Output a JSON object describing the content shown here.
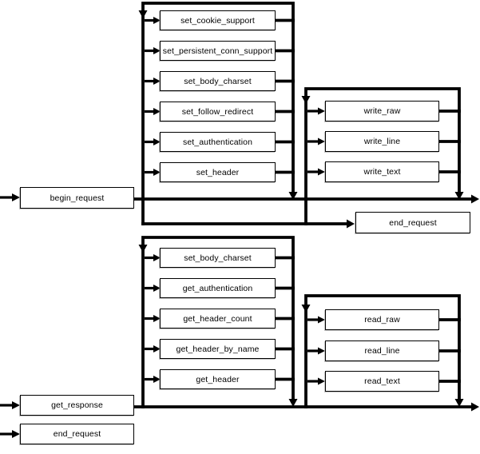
{
  "colors": {
    "background": "#ffffff",
    "line": "#000000",
    "box_fill": "#ffffff",
    "box_border": "#000000",
    "text": "#000000"
  },
  "request_flow": {
    "begin": "begin_request",
    "set_functions": [
      "set_cookie_support",
      "set_persistent_conn_support",
      "set_body_charset",
      "set_follow_redirect",
      "set_authentication",
      "set_header"
    ],
    "write_functions": [
      "write_raw",
      "write_line",
      "write_text"
    ],
    "end": "end_request"
  },
  "response_flow": {
    "begin": "get_response",
    "get_functions": [
      "set_body_charset",
      "get_authentication",
      "get_header_count",
      "get_header_by_name",
      "get_header"
    ],
    "read_functions": [
      "read_raw",
      "read_line",
      "read_text"
    ],
    "end": "end_request"
  }
}
